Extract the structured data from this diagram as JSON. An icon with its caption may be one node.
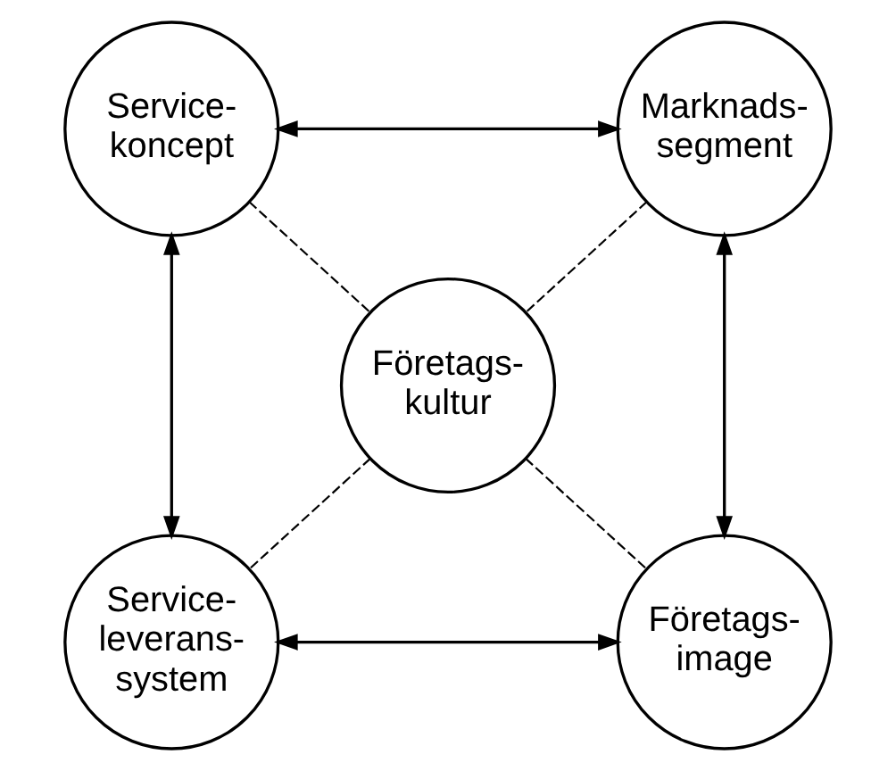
{
  "diagram": {
    "nodes": [
      {
        "text": [
          "Service- koncept"
        ]
      },
      {
        "text": [
          "Marknads- segment"
        ]
      },
      {
        "text": [
          "Företags- kultur"
        ]
      },
      {
        "text": [
          "Service- leverans- system"
        ]
      },
      {
        "text": [
          "Företags- image"
        ]
      }
    ],
    "edges": [
      {
        "from": 0,
        "to": 1,
        "arrow": "both"
      },
      {
        "from": 0,
        "to": 3,
        "arrow": "both"
      },
      {
        "from": 1,
        "to": 4,
        "arrow": "both"
      },
      {
        "from": 3,
        "to": 4,
        "arrow": "both"
      },
      {
        "from": 0,
        "to": 2,
        "arrow": "none",
        "style": "dashed"
      },
      {
        "from": 1,
        "to": 2,
        "arrow": "none",
        "style": "dashed"
      },
      {
        "from": 3,
        "to": 2,
        "arrow": "none",
        "style": "dashed"
      },
      {
        "from": 4,
        "to": 2,
        "arrow": "none",
        "style": "dashed"
      }
    ]
  }
}
